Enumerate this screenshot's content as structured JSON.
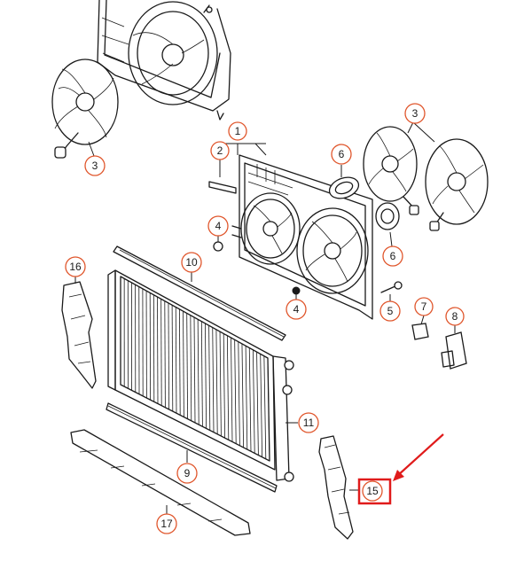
{
  "callouts": {
    "c1": "1",
    "c2": "2",
    "c3a": "3",
    "c3b": "3",
    "c4a": "4",
    "c4b": "4",
    "c5": "5",
    "c6a": "6",
    "c6b": "6",
    "c7": "7",
    "c8": "8",
    "c9": "9",
    "c10": "10",
    "c11": "11",
    "c15": "15",
    "c16": "16",
    "c17": "17"
  },
  "highlight": {
    "target_label": "15",
    "box_color": "#e01b1b",
    "arrow_color": "#e01b1b"
  },
  "colors": {
    "callout_circle": "#e0562c",
    "line": "#1a1a1a"
  }
}
